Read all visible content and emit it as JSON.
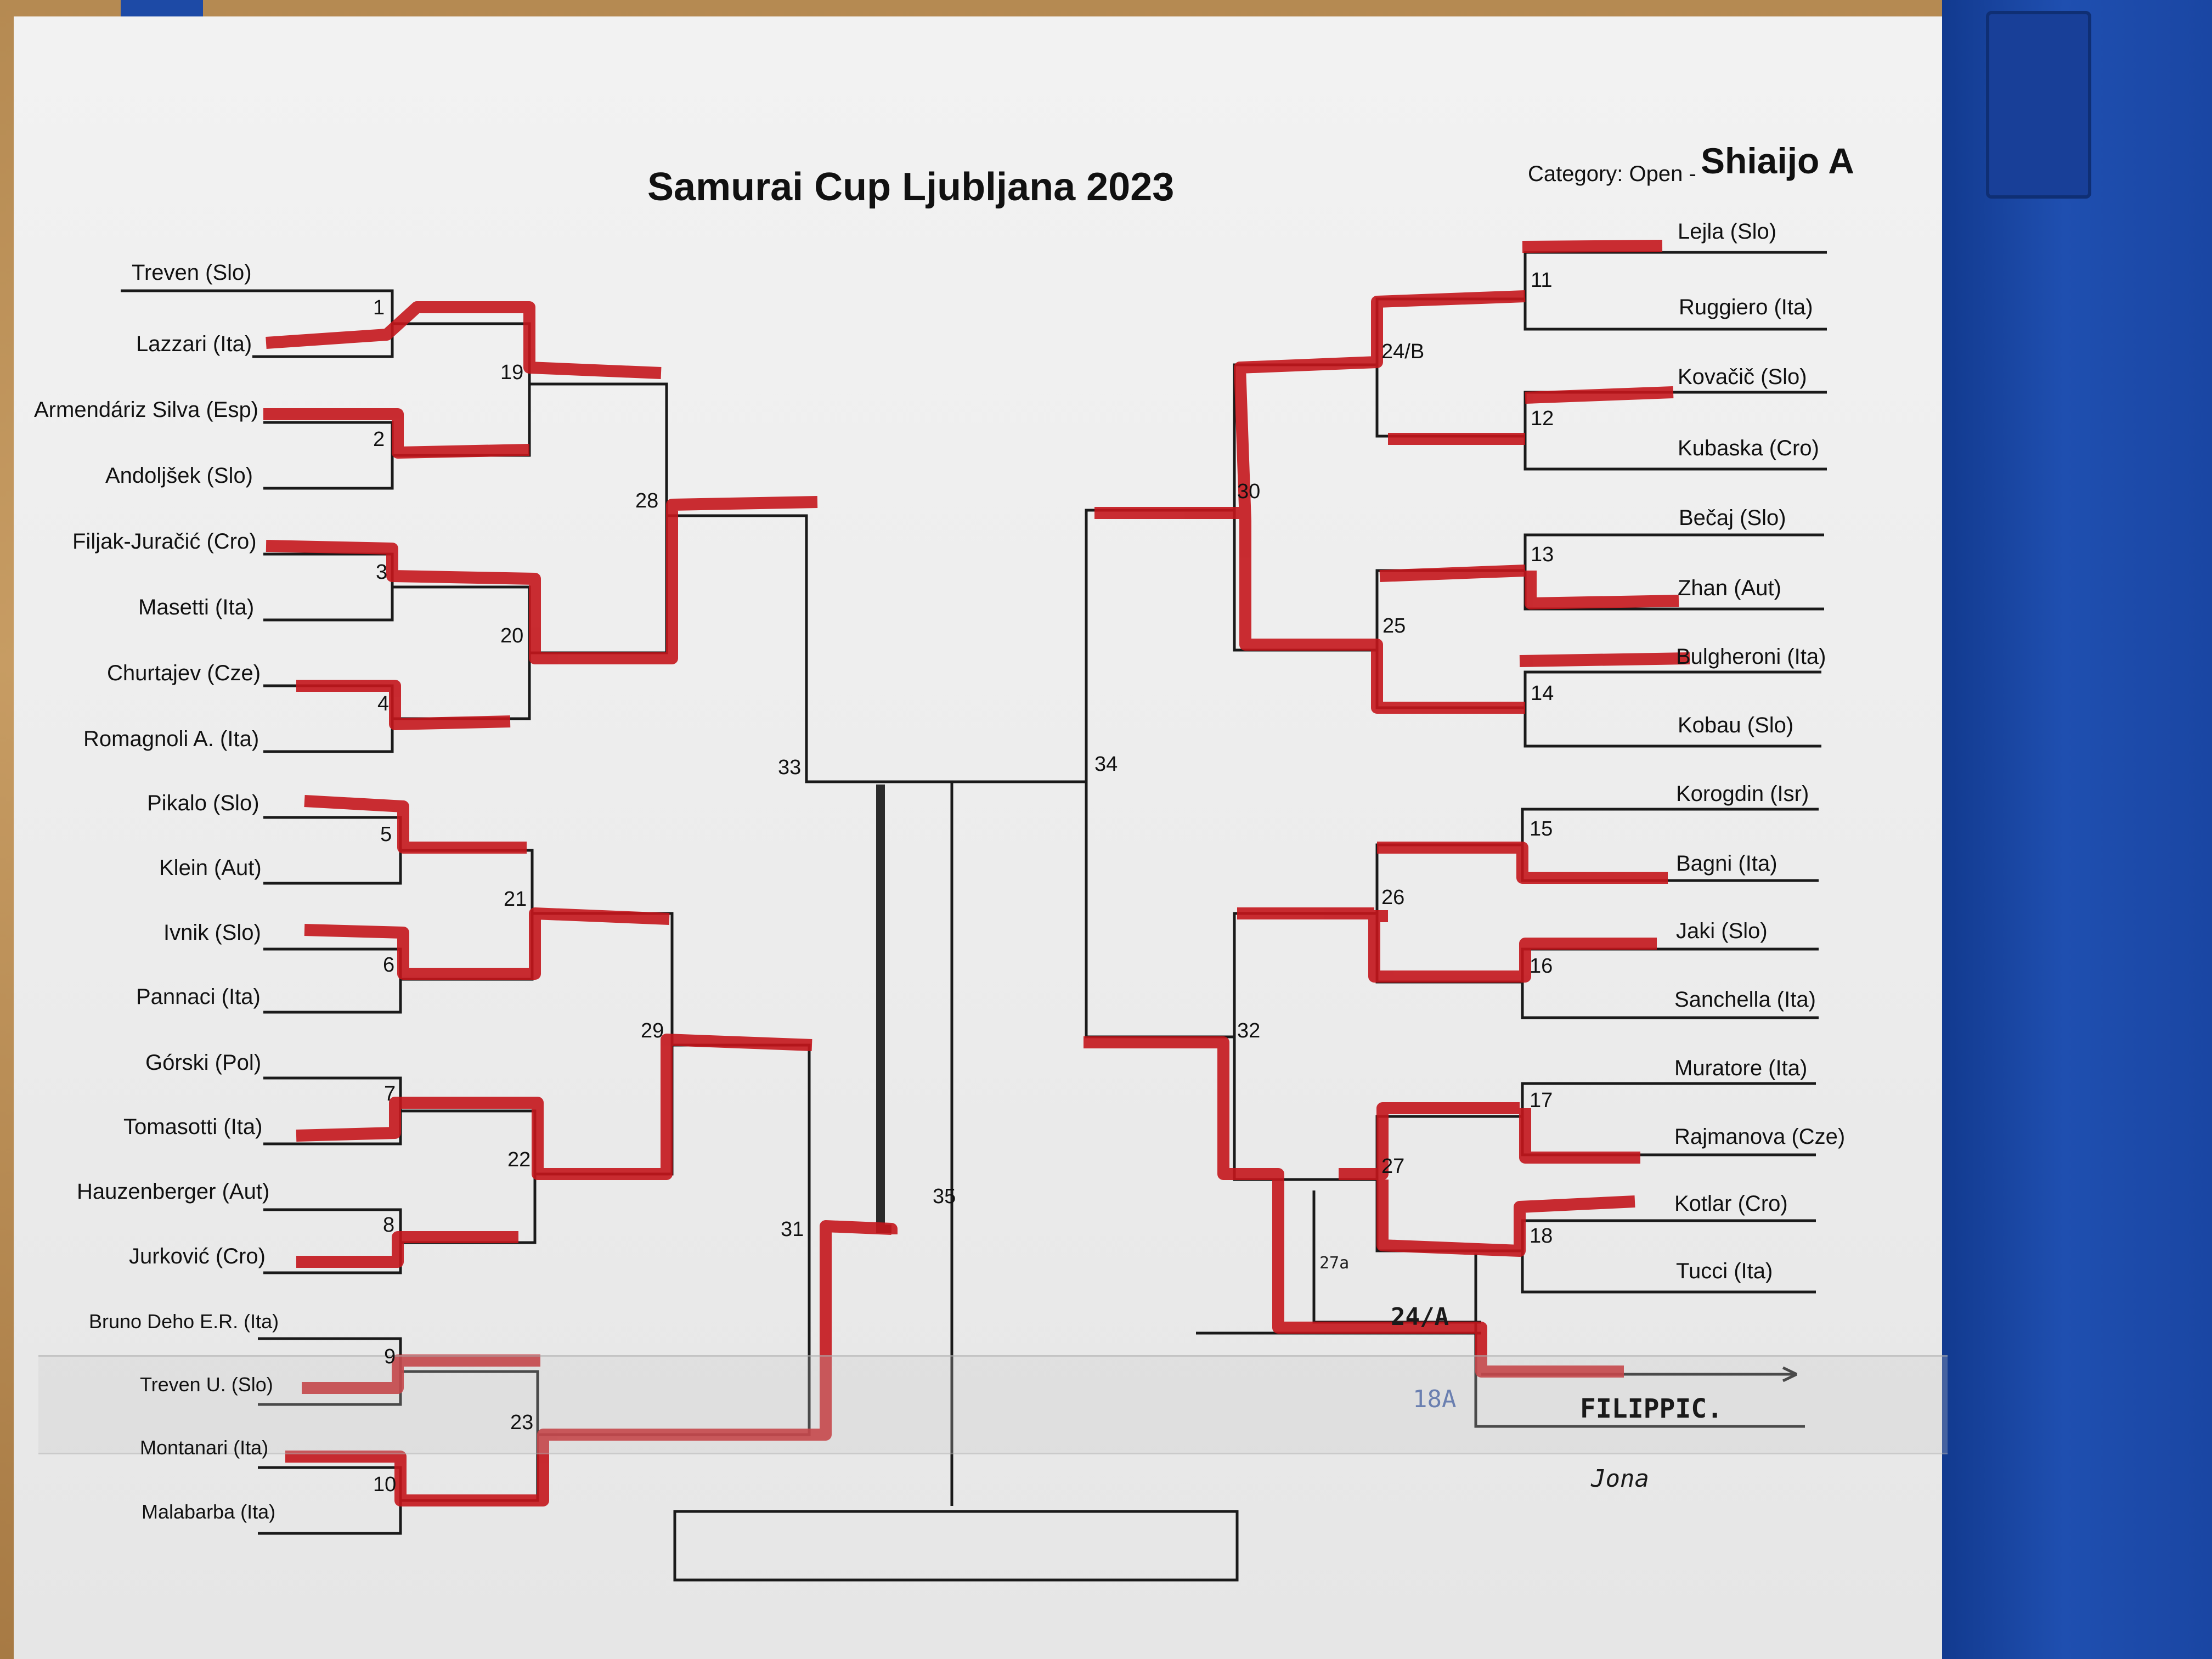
{
  "title": "Samurai Cup Ljubljana 2023",
  "category_prefix": "Category: Open -",
  "category_value": "Shiaijo A",
  "left_competitors": [
    "Treven (Slo)",
    "Lazzari (Ita)",
    "Armendáriz Silva (Esp)",
    "Andoljšek (Slo)",
    "Filjak-Juračić (Cro)",
    "Masetti (Ita)",
    "Churtajev (Cze)",
    "Romagnoli A. (Ita)",
    "Pikalo (Slo)",
    "Klein (Aut)",
    "Ivnik (Slo)",
    "Pannaci (Ita)",
    "Górski (Pol)",
    "Tomasotti (Ita)",
    "Hauzenberger (Aut)",
    "Jurković (Cro)",
    "Bruno Deho E.R. (Ita)",
    "Treven U. (Slo)",
    "Montanari (Ita)",
    "Malabarba (Ita)"
  ],
  "right_competitors": [
    "Lejla (Slo)",
    "Ruggiero (Ita)",
    "Kovačič (Slo)",
    "Kubaska (Cro)",
    "Bečaj (Slo)",
    "Zhan (Aut)",
    "Bulgheroni (Ita)",
    "Kobau (Slo)",
    "Korogdin (Isr)",
    "Bagni (Ita)",
    "Jaki (Slo)",
    "Sanchella (Ita)",
    "Muratore (Ita)",
    "Rajmanova (Cze)",
    "Kotlar (Cro)",
    "Tucci (Ita)"
  ],
  "match_numbers": {
    "m1": "1",
    "m2": "2",
    "m3": "3",
    "m4": "4",
    "m5": "5",
    "m6": "6",
    "m7": "7",
    "m8": "8",
    "m9": "9",
    "m10": "10",
    "m11": "11",
    "m12": "12",
    "m13": "13",
    "m14": "14",
    "m15": "15",
    "m16": "16",
    "m17": "17",
    "m18": "18",
    "m19": "19",
    "m20": "20",
    "m21": "21",
    "m22": "22",
    "m23": "23",
    "m24": "24/B",
    "m25": "25",
    "m26": "26",
    "m27": "27",
    "m28": "28",
    "m29": "29",
    "m30": "30",
    "m31": "31",
    "m32": "32",
    "m33": "33",
    "m34": "34",
    "m35": "35"
  },
  "handwritten": {
    "extra_match_a": "27a",
    "extra_match_b": "24/A",
    "extra_match_blue": "18A",
    "extra_name_1": "FILIPPIC.",
    "extra_name_2": "Jona"
  },
  "colors": {
    "winner_marker": "#c4161c",
    "paper": "#efefef",
    "mat": "#1f4fb0"
  }
}
